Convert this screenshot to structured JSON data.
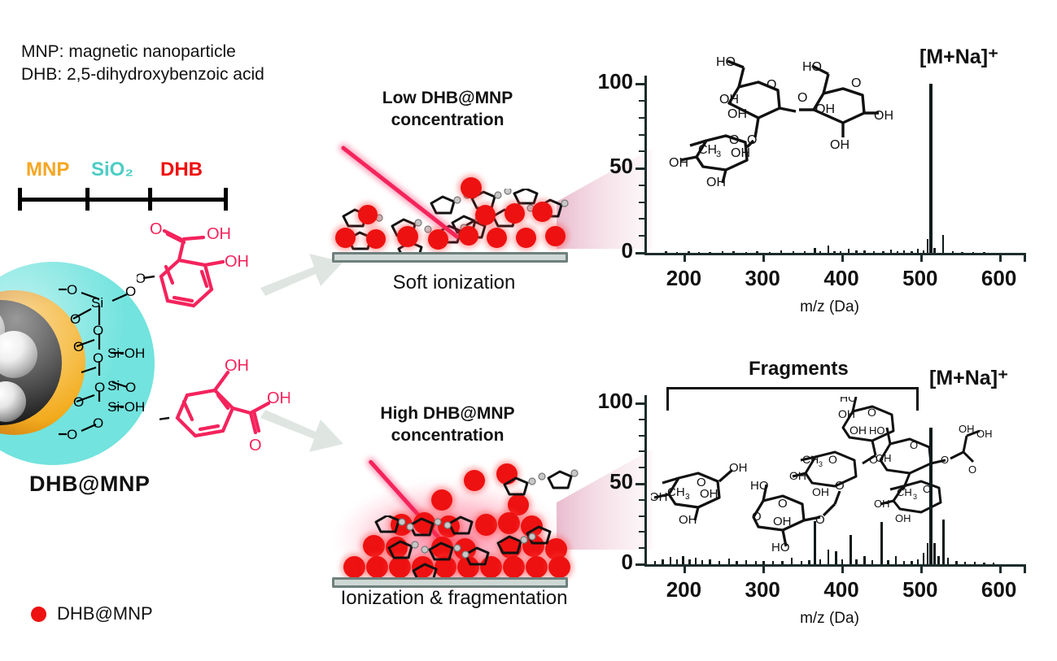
{
  "legend": {
    "line1": "MNP: magnetic nanoparticle",
    "line2": "DHB: 2,5-dihydroxybenzoic  acid"
  },
  "composition_bar": {
    "segments": [
      {
        "label": "MNP",
        "color": "#f5a623"
      },
      {
        "label": "SiO₂",
        "color": "#4ecdc4"
      },
      {
        "label": "DHB",
        "color": "#f01010"
      }
    ]
  },
  "nanoparticle": {
    "label": "DHB@MNP",
    "shell_color": "#72e3de",
    "core_color": "#f2a816",
    "surface_groups": [
      "-O",
      "O",
      "O",
      "O",
      "O",
      "O",
      "O",
      "-O"
    ],
    "silicon_labels": [
      "Si",
      "Si-OH",
      "Si",
      "Si-OH"
    ],
    "dhb_groups": [
      "O",
      "OH",
      "OH",
      "OH",
      "O"
    ]
  },
  "footer_legend": {
    "label": "DHB@MNP",
    "dot_color": "#ee1111"
  },
  "panels": [
    {
      "title": "Low DHB@MNP\nconcentration",
      "caption": "Soft ionization"
    },
    {
      "title": "High DHB@MNP\nconcentration",
      "caption": "Ionization & fragmentation"
    }
  ],
  "colors": {
    "laser": "#f4245c",
    "particle": "#ee1111",
    "plate": "#6f807d",
    "arrow": "#d8e0dc",
    "cone": "#e8b9cc"
  },
  "chart_data": [
    {
      "type": "bar",
      "id": "top-spectrum",
      "title": "",
      "xlabel": "m/z (Da)",
      "ylabel": "",
      "xlim": [
        150,
        620
      ],
      "ylim": [
        0,
        105
      ],
      "xticks": [
        200,
        300,
        400,
        500,
        600
      ],
      "yticks": [
        0,
        50,
        100
      ],
      "ytick_labels": [
        "0",
        "50",
        "100"
      ],
      "minor_ytick_step": 10,
      "grid": false,
      "annotation": "[M+Na]⁺",
      "annotation_mz": 512,
      "inline_molecule": "trisaccharide-2-fucosyllactose",
      "x": [
        176,
        190,
        205,
        218,
        232,
        248,
        262,
        278,
        292,
        308,
        322,
        338,
        352,
        365,
        372,
        382,
        390,
        398,
        408,
        418,
        428,
        440,
        452,
        462,
        470,
        478,
        488,
        496,
        503,
        508,
        512,
        517,
        528,
        540,
        552,
        566,
        580
      ],
      "values": [
        0.8,
        0.6,
        1.0,
        0.7,
        0.6,
        1.2,
        0.8,
        0.6,
        1.0,
        0.7,
        1.4,
        0.8,
        1.2,
        3.0,
        1.0,
        4.2,
        1.2,
        1.0,
        2.2,
        1.3,
        1.6,
        1.0,
        1.2,
        2.0,
        1.2,
        1.6,
        1.2,
        2.6,
        1.4,
        8.0,
        100.0,
        3.0,
        10.5,
        0.8,
        0.6,
        0.5,
        0.4
      ]
    },
    {
      "type": "bar",
      "id": "bottom-spectrum",
      "title": "Fragments",
      "xlabel": "m/z (Da)",
      "ylabel": "",
      "xlim": [
        150,
        620
      ],
      "ylim": [
        0,
        105
      ],
      "xticks": [
        200,
        300,
        400,
        500,
        600
      ],
      "yticks": [
        0,
        50,
        100
      ],
      "ytick_labels": [
        "0",
        "50",
        "100"
      ],
      "minor_ytick_step": 10,
      "grid": false,
      "annotation": "[M+Na]⁺",
      "annotation_mz": 512,
      "bracket_label": "Fragments",
      "bracket_range": [
        178,
        492
      ],
      "inline_molecules": [
        "fucose-fragment",
        "disaccharide-fragment",
        "lactose-fragment",
        "trisaccharide-open-fragment"
      ],
      "x": [
        162,
        172,
        182,
        190,
        198,
        206,
        214,
        222,
        232,
        244,
        256,
        266,
        278,
        290,
        300,
        312,
        324,
        336,
        348,
        358,
        365,
        372,
        382,
        392,
        400,
        410,
        418,
        428,
        438,
        450,
        458,
        468,
        478,
        488,
        496,
        503,
        508,
        512,
        517,
        522,
        528,
        534,
        545,
        556,
        568,
        580,
        592
      ],
      "values": [
        2.0,
        3.0,
        4.5,
        3.2,
        5.0,
        3.0,
        4.0,
        2.4,
        3.0,
        2.0,
        3.4,
        2.0,
        2.6,
        1.8,
        2.2,
        1.8,
        2.0,
        4.2,
        2.0,
        2.6,
        27.0,
        3.0,
        9.0,
        8.0,
        3.0,
        18.0,
        3.0,
        5.0,
        2.6,
        26.0,
        2.4,
        5.0,
        2.2,
        2.0,
        3.0,
        7.0,
        13.0,
        85.0,
        13.0,
        5.0,
        28.0,
        4.0,
        2.0,
        1.6,
        1.4,
        1.2,
        1.0
      ]
    }
  ]
}
